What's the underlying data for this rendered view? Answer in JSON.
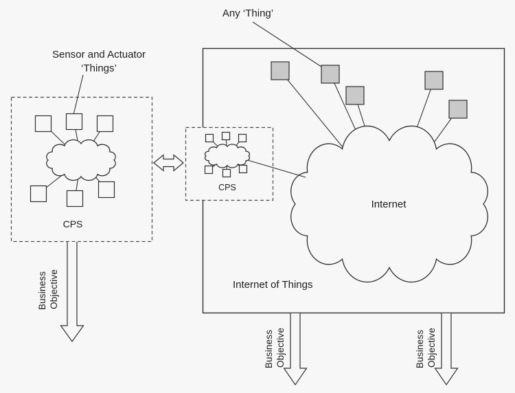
{
  "colors": {
    "background": "#f7f7f7",
    "line": "#333333",
    "thing_fill": "#c9c9c9"
  },
  "diagram": {
    "any_thing_label": "Any ‘Thing’",
    "sensor_actuator_label": [
      "Sensor and Actuator",
      "‘Things’"
    ],
    "cps_left_label": "CPS",
    "cps_gateway_label": "CPS",
    "internet_label": "Internet",
    "iot_label": "Internet of Things",
    "business_objective": [
      "Business",
      "Objective"
    ]
  }
}
